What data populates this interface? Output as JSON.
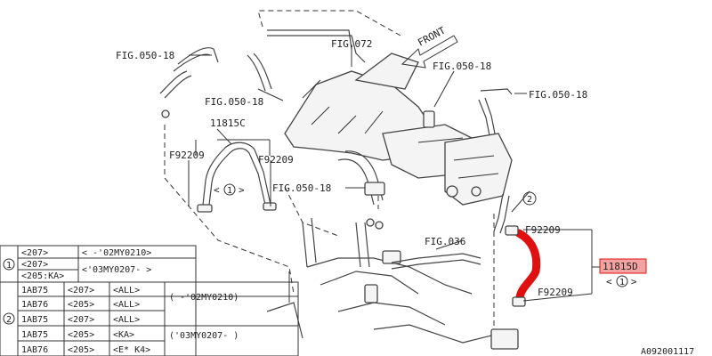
{
  "callouts": {
    "fig050_18_a": "FIG.050-18",
    "fig072": "FIG.072",
    "front": "FRONT",
    "fig050_18_b": "FIG.050-18",
    "fig050_18_c": "FIG.050-18",
    "fig050_18_d": "FIG.050-18",
    "part_11815c": "11815C",
    "f92209_a": "F92209",
    "f92209_b": "F92209",
    "circle1_a": "1",
    "fig050_18_e": "FIG.050-18",
    "circle2": "2",
    "f92209_c": "F92209",
    "fig036": "FIG.036",
    "part_11815d": "11815D",
    "circle1_b": "1",
    "f92209_d": "F92209",
    "ref_code": "A092001117"
  },
  "table": {
    "group1_marker": "1",
    "group2_marker": "2",
    "rows": [
      {
        "c1": "<207>",
        "c2": "< -'02MY0210>"
      },
      {
        "c1": "<207>",
        "c2": "<'03MY0207- >"
      },
      {
        "c1": "<205:KA>",
        "c2": ""
      },
      {
        "c1": "1AB75",
        "c2": "<207>",
        "c3": "<ALL>",
        "c4": "( -'02MY0210)"
      },
      {
        "c1": "1AB76",
        "c2": "<205>",
        "c3": "<ALL>",
        "c4": ""
      },
      {
        "c1": "1AB75",
        "c2": "<207>",
        "c3": "<ALL>",
        "c4": ""
      },
      {
        "c1": "1AB75",
        "c2": "<205>",
        "c3": "<KA>",
        "c4": "('03MY0207- )"
      },
      {
        "c1": "1AB76",
        "c2": "<205>",
        "c3": "<E* K4>",
        "c4": ""
      }
    ]
  },
  "colors": {
    "highlight": "#e01010",
    "highlight_label_bg": "#f4a3a3",
    "line": "#333333"
  }
}
